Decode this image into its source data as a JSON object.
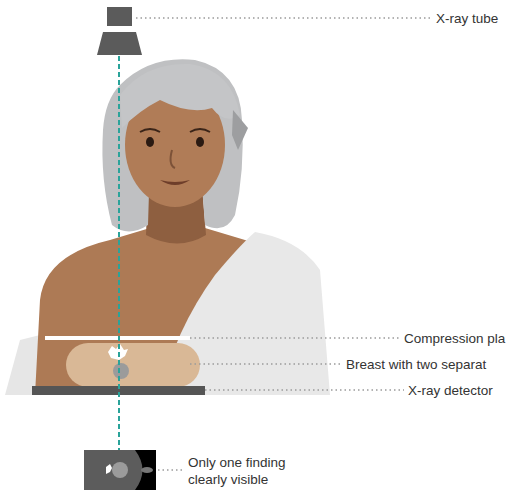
{
  "diagram": {
    "labels": [
      "X-ray tube",
      "Compression pla",
      "Breast with two separat",
      "X-ray detector",
      "Only one finding clearly visible"
    ]
  }
}
